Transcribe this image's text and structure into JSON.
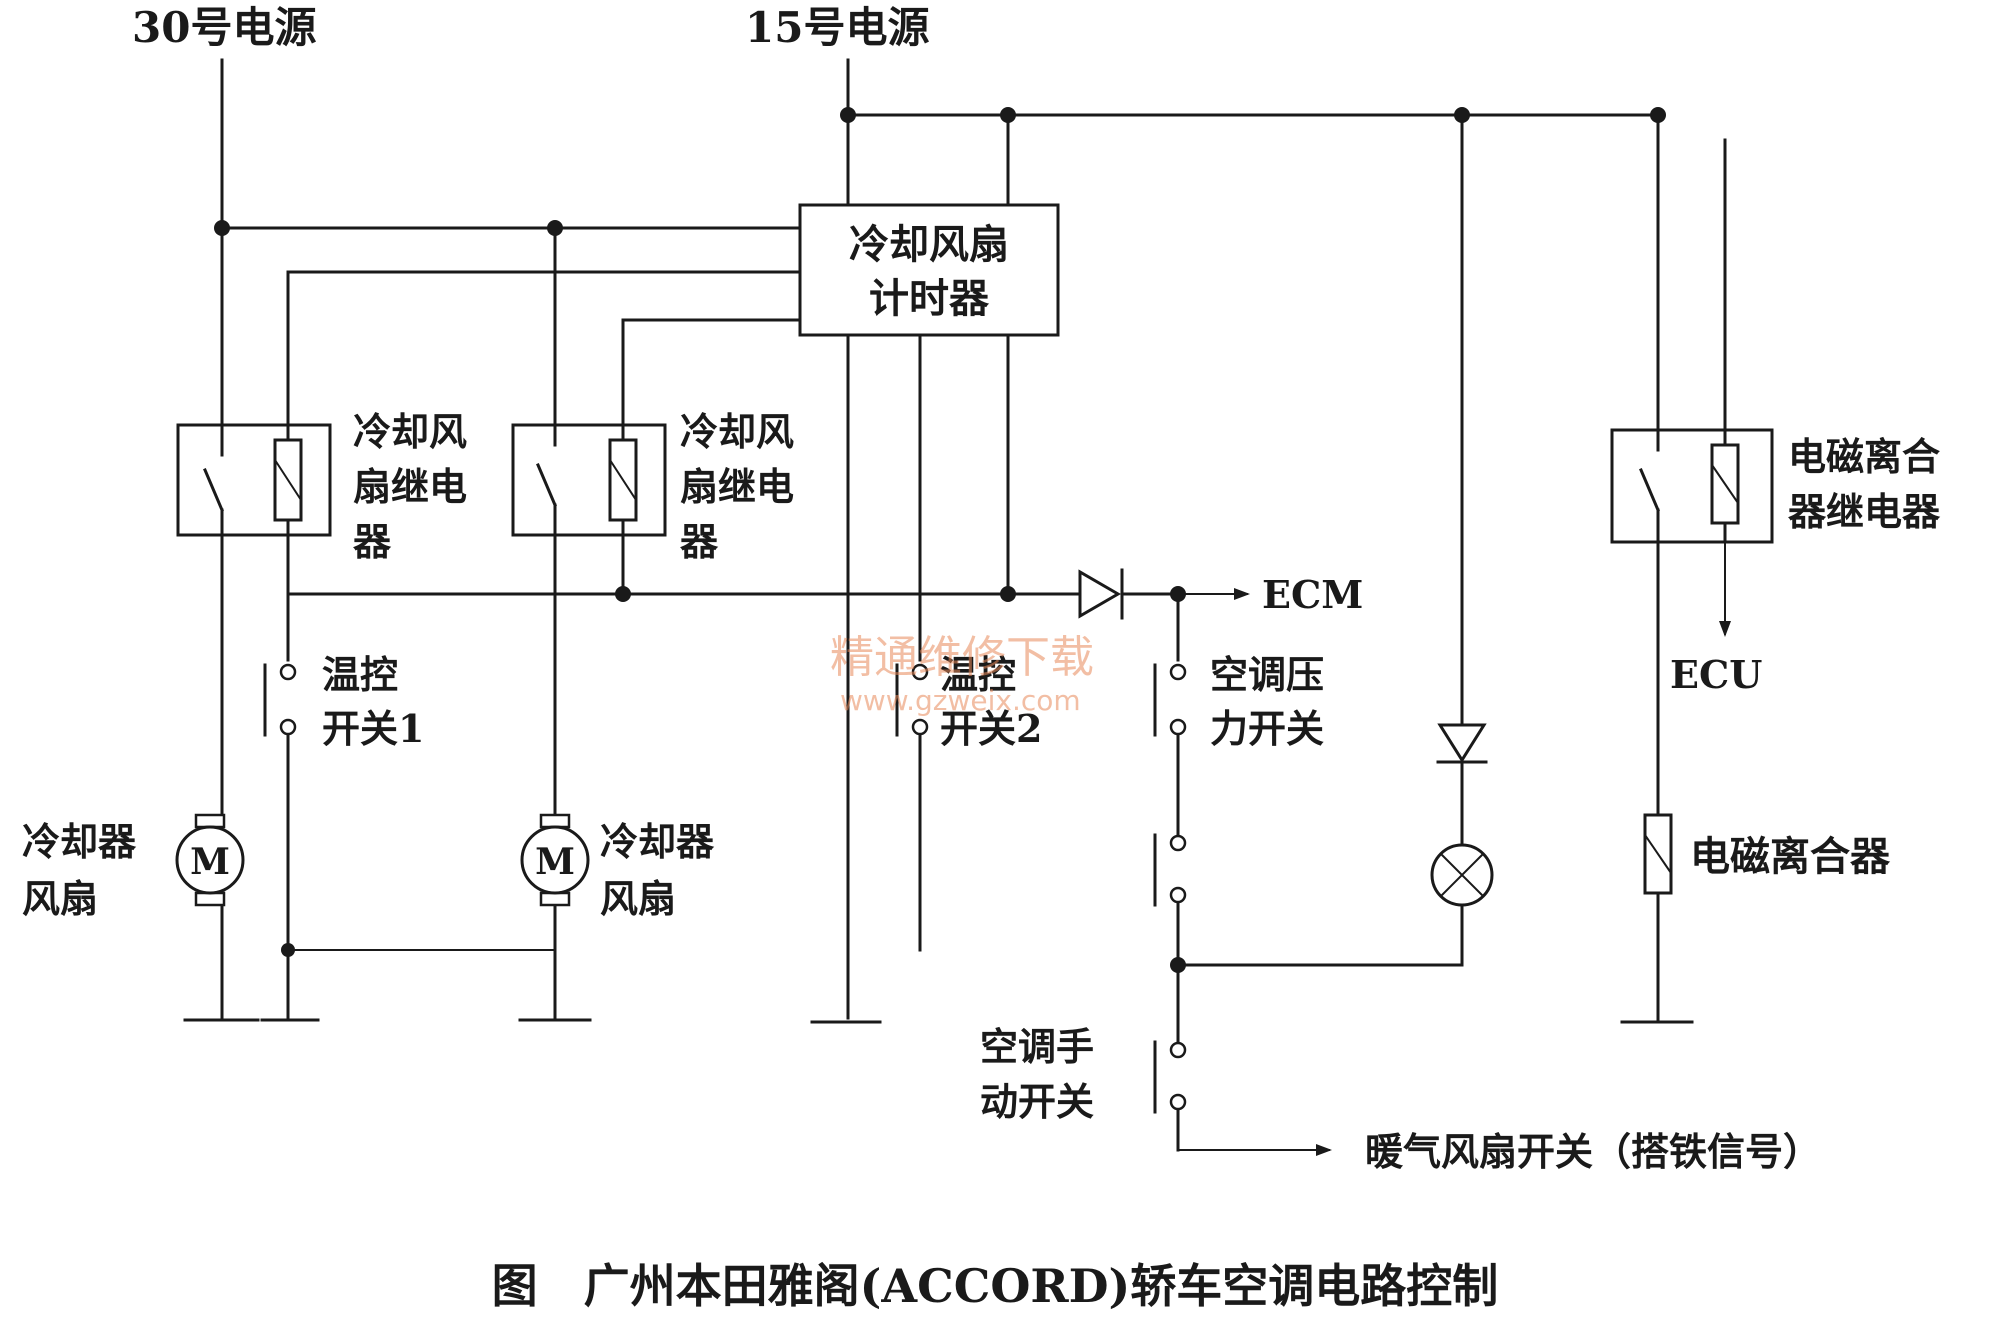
{
  "power": {
    "b30": "30号电源",
    "b15": "15号电源"
  },
  "timer": {
    "line1": "冷却风扇",
    "line2": "计时器"
  },
  "relay1": {
    "line1": "冷却风",
    "line2": "扇继电",
    "line3": "器"
  },
  "relay2": {
    "line1": "冷却风",
    "line2": "扇继电",
    "line3": "器"
  },
  "clutch_relay": {
    "line1": "电磁离合",
    "line2": "器继电器"
  },
  "ecm": "ECM",
  "ecu": "ECU",
  "thermo1": {
    "line1": "温控",
    "line2": "开关1"
  },
  "thermo2": {
    "line1": "温控",
    "line2": "开关2"
  },
  "pressure_switch": {
    "line1": "空调压",
    "line2": "力开关"
  },
  "fan1": {
    "line1": "冷却器",
    "line2": "风扇",
    "symbol": "M"
  },
  "fan2": {
    "line1": "冷却器",
    "line2": "风扇",
    "symbol": "M"
  },
  "clutch": "电磁离合器",
  "manual_switch": {
    "line1": "空调手",
    "line2": "动开关"
  },
  "heater_signal": "暖气风扇开关（搭铁信号）",
  "watermark": {
    "cn": "精通维修下载",
    "url": "www.gzweix.com"
  },
  "caption": "图　广州本田雅阁(ACCORD)轿车空调电路控制"
}
